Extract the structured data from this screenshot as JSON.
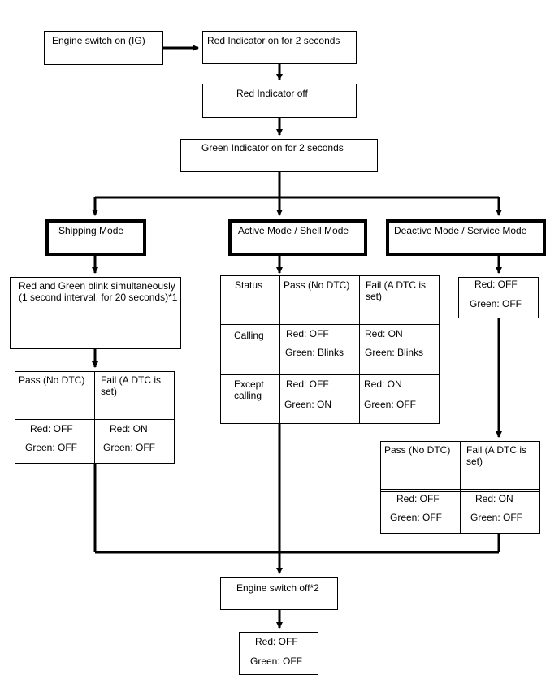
{
  "flow": {
    "engine_on": "Engine switch on (IG)",
    "red_on": "Red Indicator on for 2 seconds",
    "red_off": "Red Indicator off",
    "green_on": "Green Indicator on for 2 seconds",
    "shipping": "Shipping Mode",
    "active": "Active Mode / Shell Mode",
    "deactive": "Deactive Mode / Service Mode",
    "blink_line1": "Red and Green blink simultaneously",
    "blink_line2": "(1 second interval, for 20 seconds)*1",
    "engine_off": "Engine switch off*2"
  },
  "shipping_table": {
    "pass": "Pass (No DTC)",
    "fail_line1": "Fail (A DTC is",
    "fail_line2": "set)",
    "pass_red": "Red: OFF",
    "pass_green": "Green: OFF",
    "fail_red": "Red: ON",
    "fail_green": "Green: OFF"
  },
  "active_table": {
    "status": "Status",
    "pass": "Pass (No DTC)",
    "fail_line1": "Fail (A DTC is",
    "fail_line2": "set)",
    "calling": "Calling",
    "calling_pass_red": "Red: OFF",
    "calling_pass_green": "Green: Blinks",
    "calling_fail_red": "Red: ON",
    "calling_fail_green": "Green: Blinks",
    "except_line1": "Except",
    "except_line2": "calling",
    "except_pass_red": "Red: OFF",
    "except_pass_green": "Green: ON",
    "except_fail_red": "Red: ON",
    "except_fail_green": "Green: OFF"
  },
  "deactive_box": {
    "red": "Red: OFF",
    "green": "Green: OFF"
  },
  "deactive_table": {
    "pass": "Pass (No DTC)",
    "fail_line1": "Fail (A DTC is",
    "fail_line2": "set)",
    "pass_red": "Red: OFF",
    "pass_green": "Green: OFF",
    "fail_red": "Red: ON",
    "fail_green": "Green: OFF"
  },
  "final_box": {
    "red": "Red: OFF",
    "green": "Green: OFF"
  }
}
